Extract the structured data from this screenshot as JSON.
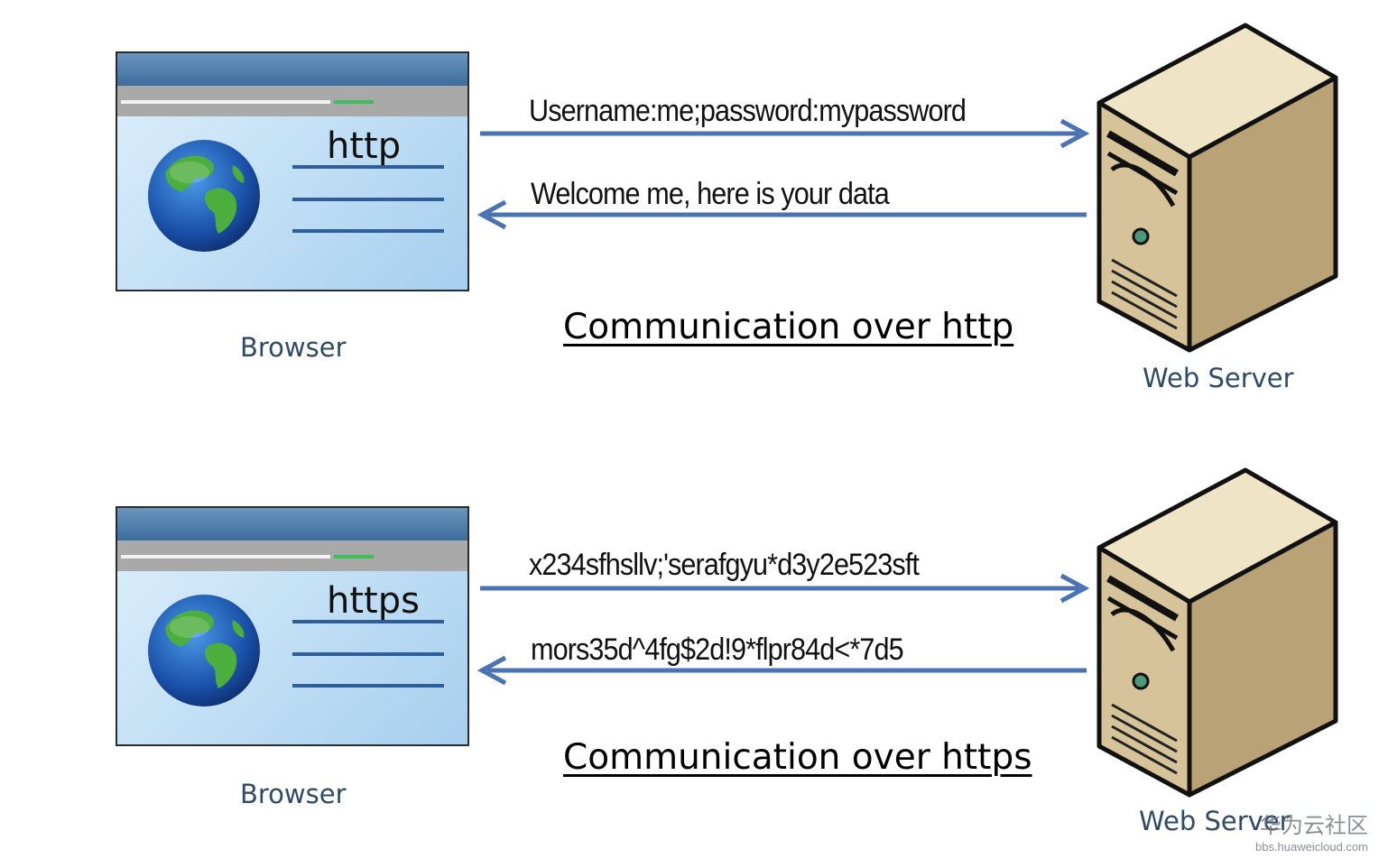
{
  "http": {
    "protocol_label": "http",
    "browser_label": "Browser",
    "request_text": "Username:me;password:mypassword",
    "response_text": "Welcome me, here is your data",
    "caption": "Communication over http",
    "server_label": "Web Server"
  },
  "https": {
    "protocol_label": "https",
    "browser_label": "Browser",
    "request_text": "x234sfhsllv;'serafgyu*d3y2e523sft",
    "response_text": "mors35d^4fg$2d!9*flpr84d<*7d5",
    "caption": "Communication over https",
    "server_label": "Web Server"
  },
  "watermark": {
    "brand": "华为云社区",
    "url": "bbs.huaweicloud.com"
  },
  "colors": {
    "arrow": "#4a73b3",
    "server_body": "#d9c9a4",
    "browser_title": "#3b6d9c"
  }
}
